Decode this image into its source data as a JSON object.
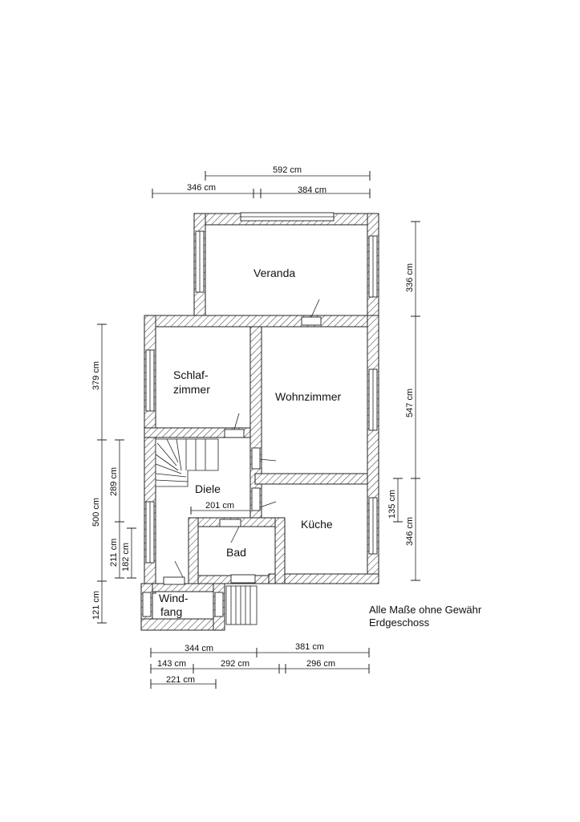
{
  "rooms": {
    "veranda": "Veranda",
    "schlaf_1": "Schlaf-",
    "schlaf_2": "zimmer",
    "wohnzimmer": "Wohnzimmer",
    "diele": "Diele",
    "kueche": "Küche",
    "bad": "Bad",
    "wind_1": "Wind-",
    "wind_2": "fang"
  },
  "dimensions": {
    "top_592": "592 cm",
    "top_346": "346 cm",
    "top_384": "384 cm",
    "right_336": "336 cm",
    "right_547": "547 cm",
    "right_135": "135 cm",
    "right_346": "346 cm",
    "left_379": "379 cm",
    "left_289": "289 cm",
    "left_500": "500 cm",
    "left_211": "211 cm",
    "left_182": "182 cm",
    "left_121": "121 cm",
    "inner_201": "201 cm",
    "bottom_344": "344 cm",
    "bottom_381": "381 cm",
    "bottom_143": "143 cm",
    "bottom_292": "292 cm",
    "bottom_296": "296 cm",
    "bottom_221": "221 cm"
  },
  "notes": {
    "disclaimer": "Alle Maße ohne Gewähr",
    "floor": "Erdgeschoss"
  }
}
